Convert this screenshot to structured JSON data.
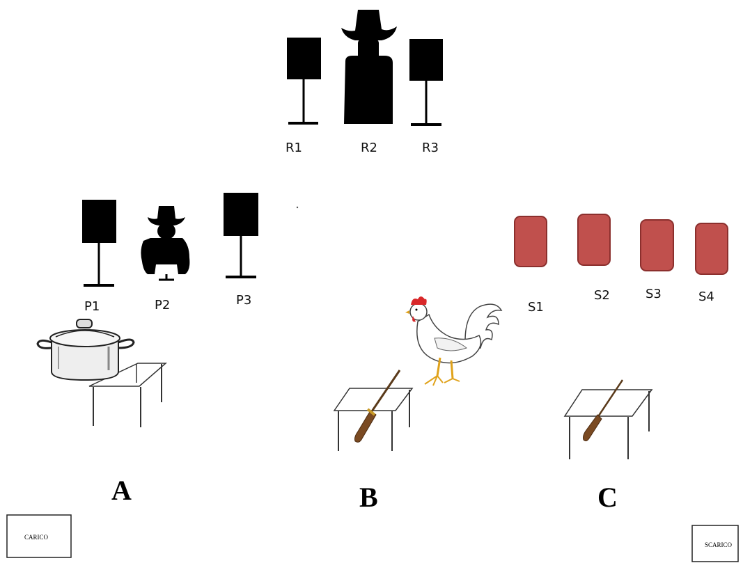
{
  "colors": {
    "silhouette": "#000000",
    "steel_target": "#c0504d",
    "steel_target_border": "#8b2f2d",
    "background": "#ffffff"
  },
  "targets_r": [
    "R1",
    "R2",
    "R3"
  ],
  "targets_p": [
    "P1",
    "P2",
    "P3"
  ],
  "targets_s": [
    "S1",
    "S2",
    "S3",
    "S4"
  ],
  "stations": [
    "A",
    "B",
    "C"
  ],
  "props": {
    "pot_icon": "cooking-pot-icon",
    "chicken_icon": "chicken-icon",
    "rifle_icon": "rifle-icon",
    "table_icon": "table-icon",
    "bandit_icon": "cowboy-bandit-icon"
  },
  "boxes": {
    "load": "CARICO",
    "unload": "SCARICO"
  }
}
